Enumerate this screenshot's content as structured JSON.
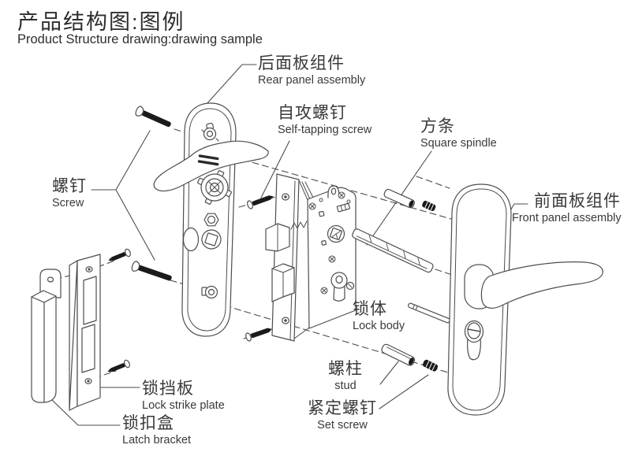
{
  "page": {
    "title_zh": "产品结构图:图例",
    "title_en": "Product Structure drawing:drawing sample"
  },
  "labels": {
    "rear_panel": {
      "zh": "后面板组件",
      "en": "Rear panel assembly"
    },
    "self_tapping": {
      "zh": "自攻螺钉",
      "en": "Self-tapping screw"
    },
    "square_spindle": {
      "zh": "方条",
      "en": "Square spindle"
    },
    "screw": {
      "zh": "螺钉",
      "en": "Screw"
    },
    "front_panel": {
      "zh": "前面板组件",
      "en": "Front panel assembly"
    },
    "lock_body": {
      "zh": "锁体",
      "en": "Lock body"
    },
    "strike_plate": {
      "zh": "锁挡板",
      "en": "Lock strike plate"
    },
    "latch_bracket": {
      "zh": "锁扣盒",
      "en": "Latch bracket"
    },
    "stud": {
      "zh": "螺柱",
      "en": "stud"
    },
    "set_screw": {
      "zh": "紧定螺钉",
      "en": "Set screw"
    }
  },
  "colors": {
    "line": "#4d4d4d",
    "dark_fill": "#1b1b1b",
    "text": "#3a3a3a"
  }
}
